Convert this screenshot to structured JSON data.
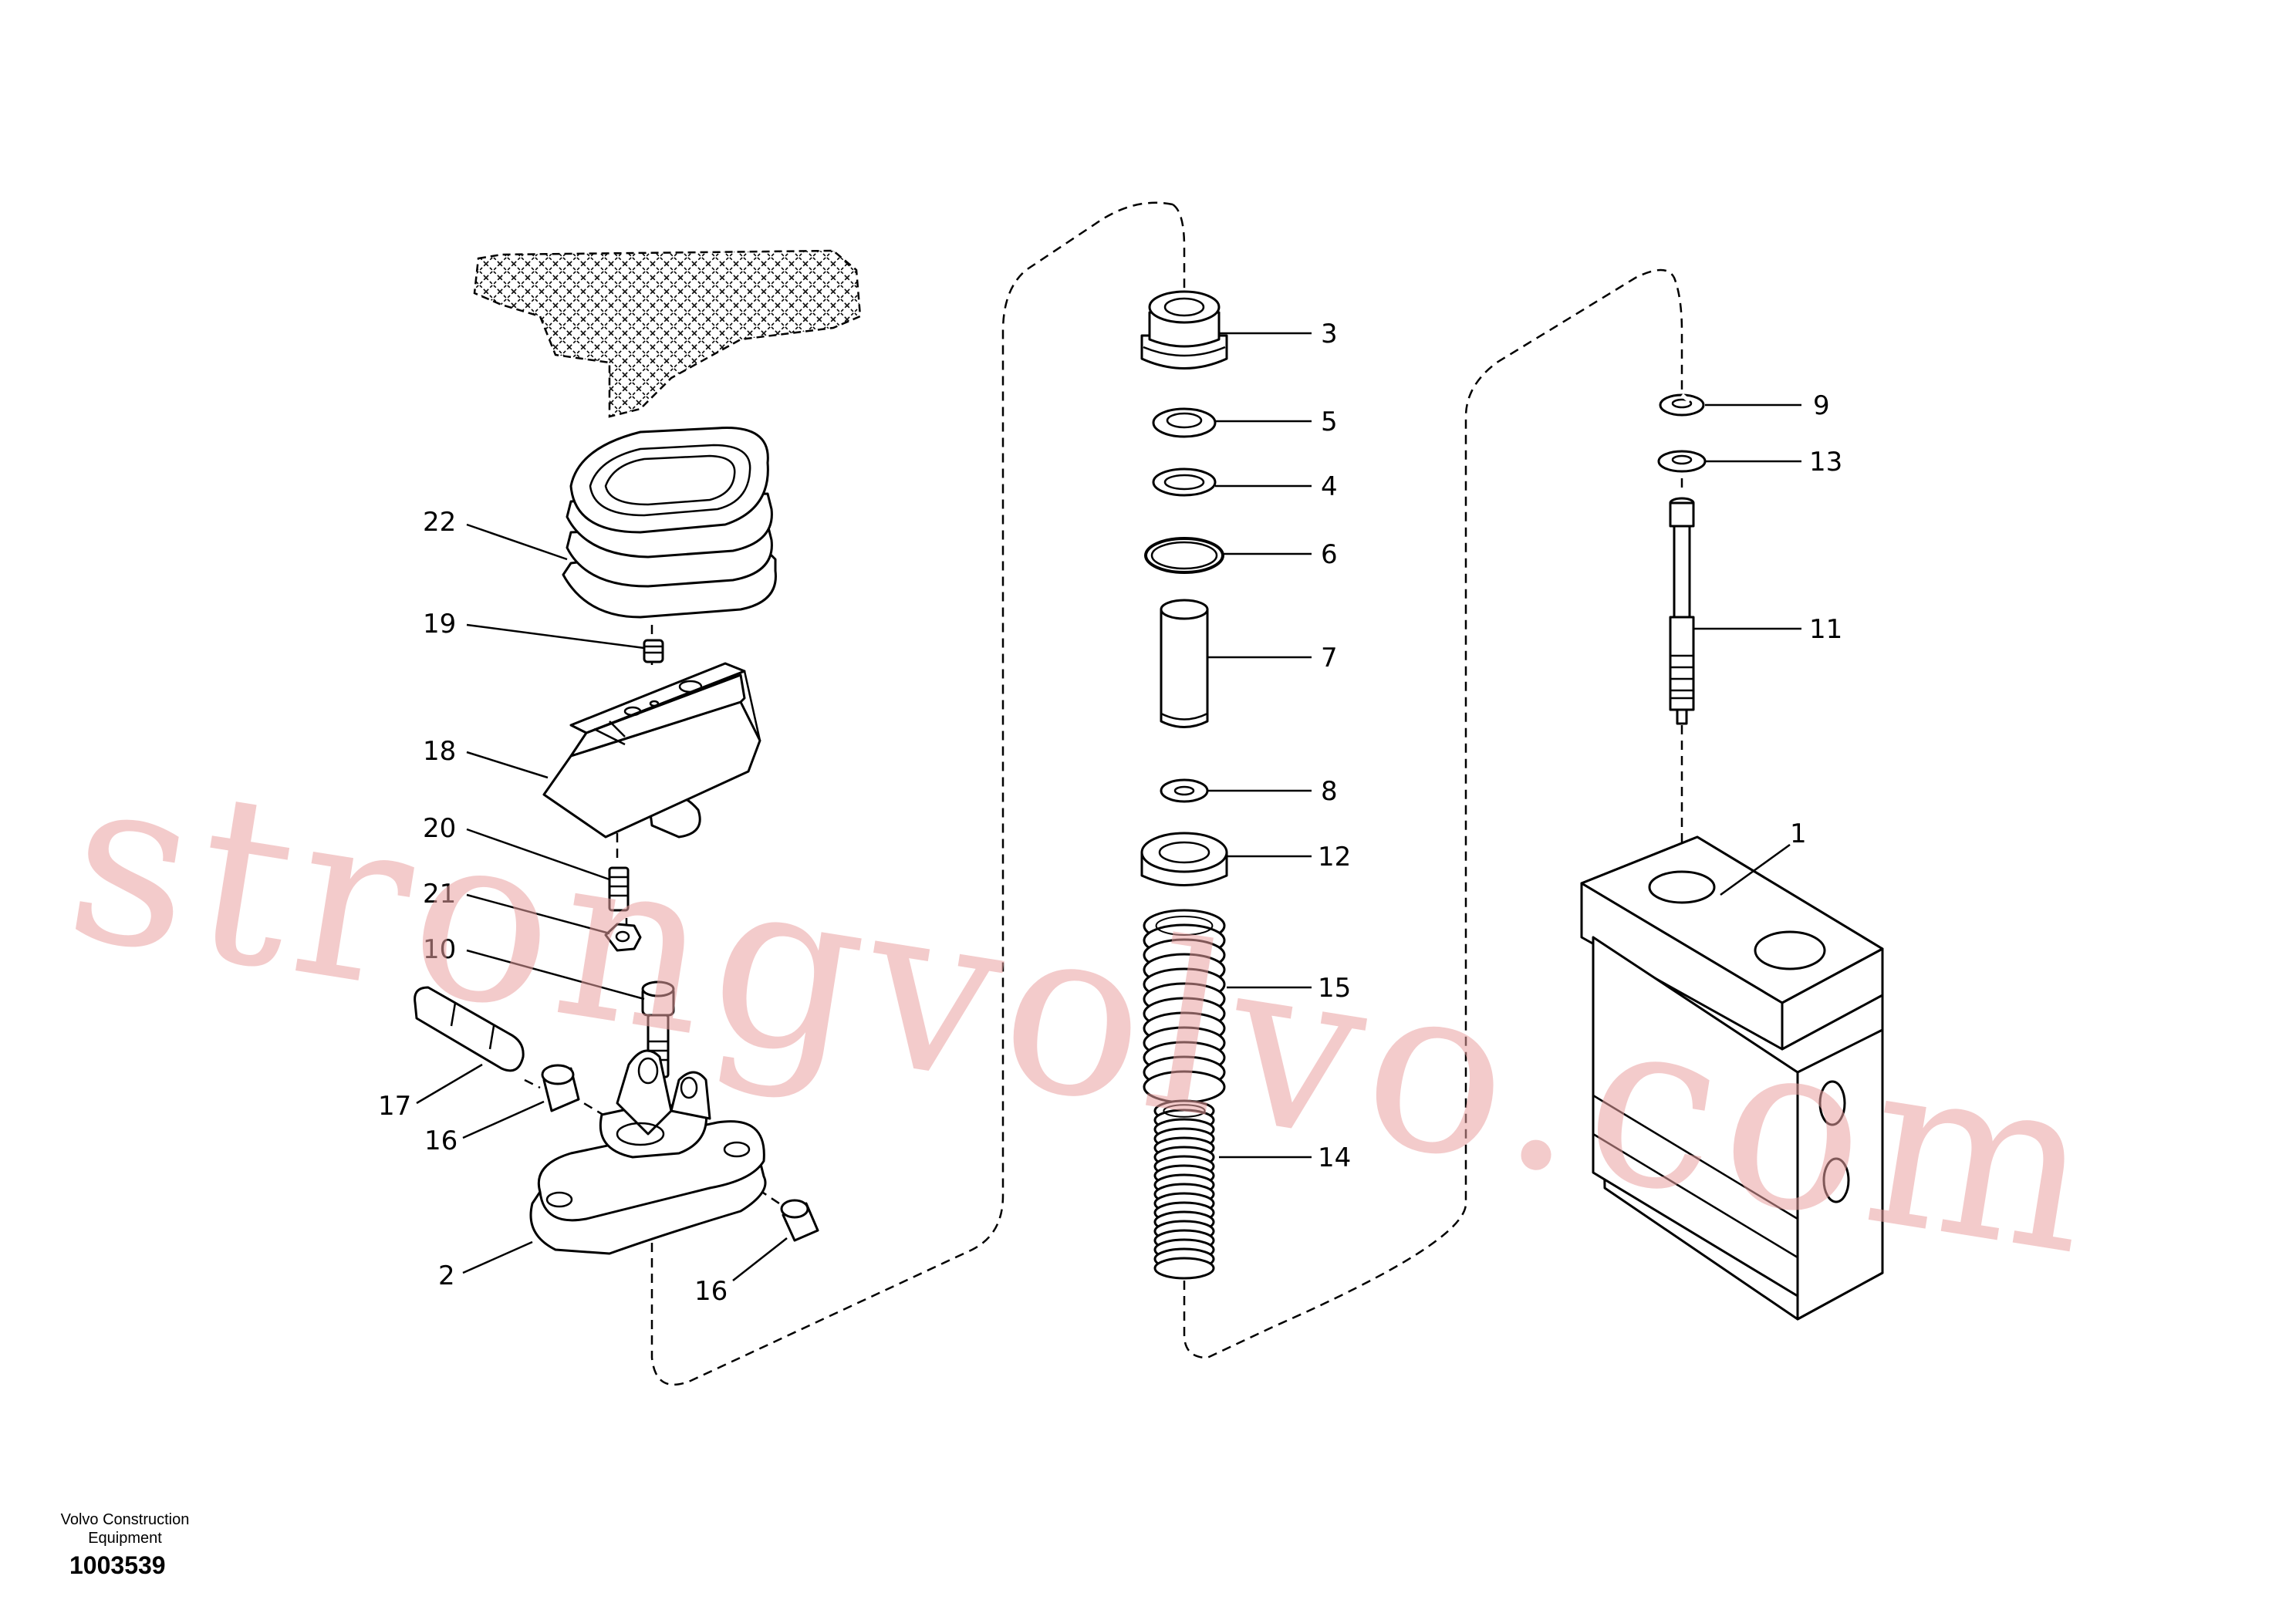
{
  "watermark": "strongvolvo.com",
  "footer": {
    "company_line1": "Volvo Construction",
    "company_line2": "Equipment",
    "drawing_number": "1003539"
  },
  "callouts": {
    "c1": "1",
    "c2": "2",
    "c3": "3",
    "c4": "4",
    "c5": "5",
    "c6": "6",
    "c7": "7",
    "c8": "8",
    "c9": "9",
    "c10": "10",
    "c11": "11",
    "c12": "12",
    "c13": "13",
    "c14": "14",
    "c15": "15",
    "c16a": "16",
    "c16b": "16",
    "c17": "17",
    "c18": "18",
    "c19": "19",
    "c20": "20",
    "c21": "21",
    "c22": "22"
  }
}
